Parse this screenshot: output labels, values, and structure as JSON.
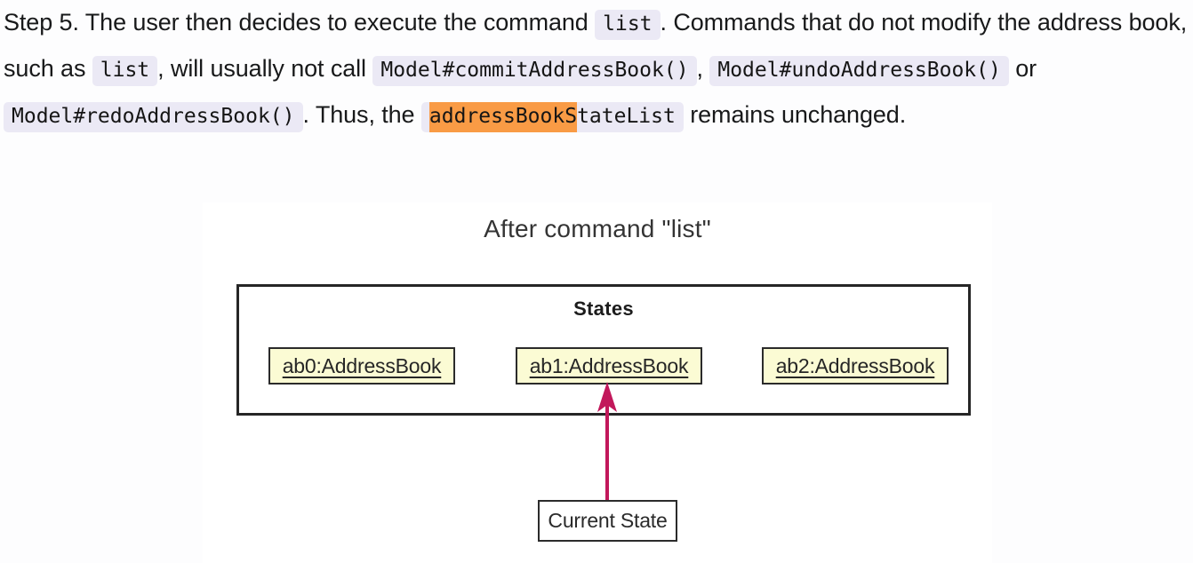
{
  "paragraph": {
    "seg1": "Step 5. The user then decides to execute the command ",
    "code_list_1": "list",
    "seg2": ". Commands that do not modify the address book, such as ",
    "code_list_2": "list",
    "seg3": ", will usually not call ",
    "code_commit": "Model#commitAddressBook()",
    "seg4": ", ",
    "code_undo": "Model#undoAddressBook()",
    "seg5": " or ",
    "code_redo": "Model#redoAddressBook()",
    "seg6": ". Thus, the ",
    "code_statelist_highlighted": "addressBookS",
    "code_statelist_rest": "tateList",
    "seg7": " remains unchanged."
  },
  "diagram": {
    "title": "After command \"list\"",
    "states_title": "States",
    "states": [
      {
        "label": "ab0:AddressBook"
      },
      {
        "label": "ab1:AddressBook"
      },
      {
        "label": "ab2:AddressBook"
      }
    ],
    "current_state_label": "Current State",
    "pointer_target": "ab1:AddressBook"
  },
  "colors": {
    "code_background": "#ebe9f5",
    "search_highlight": "#f99b45",
    "state_fill": "#fbfbd4",
    "arrow": "#c2185b",
    "page_background": "#fdfdfe",
    "diagram_background": "#ffffff",
    "border": "#262626"
  }
}
